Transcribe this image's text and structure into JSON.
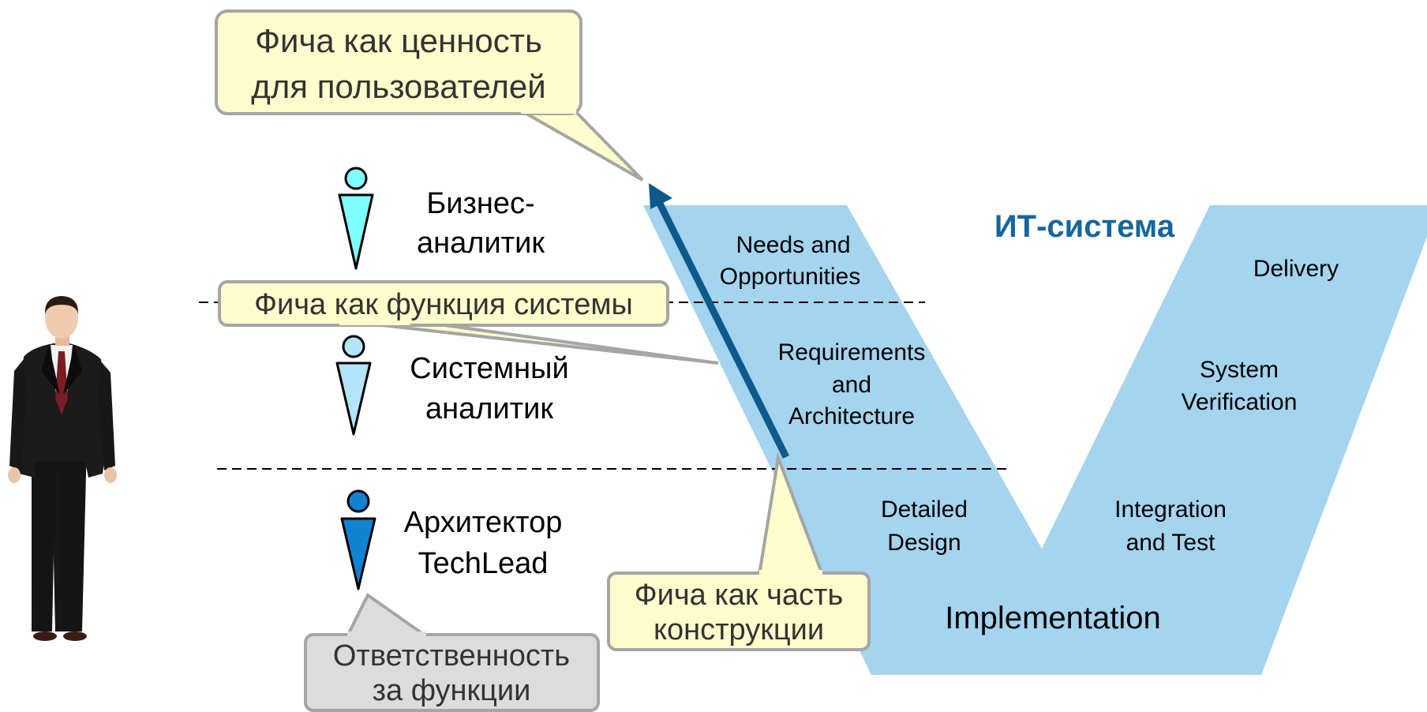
{
  "callouts": {
    "user_value": {
      "line1": "Фича как ценность",
      "line2": "для пользователей"
    },
    "system_function": {
      "text": "Фича как функция системы"
    },
    "construction_part": {
      "line1": "Фича как часть",
      "line2": "конструкции"
    },
    "responsibility": {
      "line1": "Ответственность",
      "line2": "за функции"
    }
  },
  "roles": {
    "business_analyst": {
      "line1": "Бизнес-",
      "line2": "аналитик",
      "color": "#7fffff"
    },
    "system_analyst": {
      "line1": "Системный",
      "line2": "аналитик",
      "color": "#b3e4f8"
    },
    "architect": {
      "line1": "Архитектор",
      "line2": "TechLead",
      "color": "#1282d2"
    }
  },
  "v_model": {
    "title": "ИТ-система",
    "needs": {
      "line1": "Needs and",
      "line2": "Opportunities"
    },
    "requirements": {
      "line1": "Requirements",
      "line2": "and",
      "line3": "Architecture"
    },
    "detailed_design": {
      "line1": "Detailed",
      "line2": "Design"
    },
    "implementation": "Implementation",
    "integration": {
      "line1": "Integration",
      "line2": "and Test"
    },
    "system_verification": {
      "line1": "System",
      "line2": "Verification"
    },
    "delivery": "Delivery"
  },
  "colors": {
    "v_fill": "#a4d4ee",
    "title_color": "#15679b",
    "arrow_color": "#0c5a8c",
    "callout_yellow": "#fffdcc",
    "callout_gray": "#dcdcdc",
    "callout_border": "#a5a5a5"
  }
}
